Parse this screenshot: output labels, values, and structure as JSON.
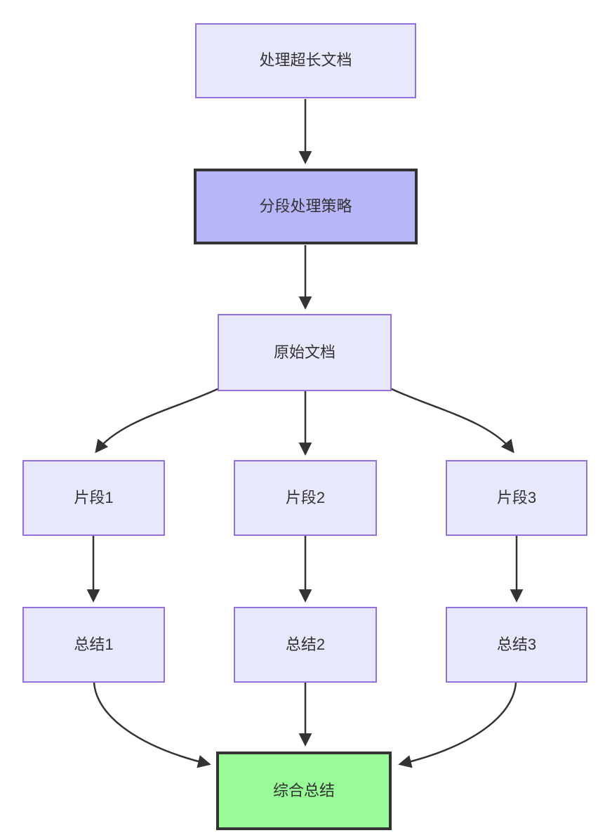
{
  "diagram": {
    "type": "flowchart",
    "direction": "top-down",
    "colors": {
      "node_fill": "#e8e8fc",
      "node_border": "#9370db",
      "emphasis_fill": "#b6b6f8",
      "emphasis_border": "#333333",
      "success_fill": "#98fb98",
      "success_border": "#333333",
      "edge_color": "#333333",
      "text_color": "#333333",
      "background": "#ffffff"
    },
    "nodes": [
      {
        "id": "process-long-doc",
        "label": "处理超长文档",
        "style": "default"
      },
      {
        "id": "segmentation-strategy",
        "label": "分段处理策略",
        "style": "emphasis"
      },
      {
        "id": "original-doc",
        "label": "原始文档",
        "style": "default"
      },
      {
        "id": "fragment-1",
        "label": "片段1",
        "style": "default"
      },
      {
        "id": "fragment-2",
        "label": "片段2",
        "style": "default"
      },
      {
        "id": "fragment-3",
        "label": "片段3",
        "style": "default"
      },
      {
        "id": "summary-1",
        "label": "总结1",
        "style": "default"
      },
      {
        "id": "summary-2",
        "label": "总结2",
        "style": "default"
      },
      {
        "id": "summary-3",
        "label": "总结3",
        "style": "default"
      },
      {
        "id": "final-summary",
        "label": "综合总结",
        "style": "success"
      }
    ],
    "edges": [
      {
        "from": "process-long-doc",
        "to": "segmentation-strategy"
      },
      {
        "from": "segmentation-strategy",
        "to": "original-doc"
      },
      {
        "from": "original-doc",
        "to": "fragment-1"
      },
      {
        "from": "original-doc",
        "to": "fragment-2"
      },
      {
        "from": "original-doc",
        "to": "fragment-3"
      },
      {
        "from": "fragment-1",
        "to": "summary-1"
      },
      {
        "from": "fragment-2",
        "to": "summary-2"
      },
      {
        "from": "fragment-3",
        "to": "summary-3"
      },
      {
        "from": "summary-1",
        "to": "final-summary"
      },
      {
        "from": "summary-2",
        "to": "final-summary"
      },
      {
        "from": "summary-3",
        "to": "final-summary"
      }
    ]
  }
}
